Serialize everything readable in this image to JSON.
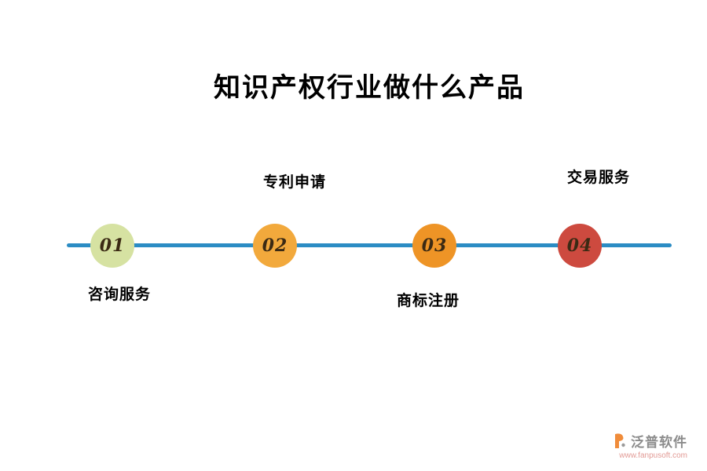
{
  "title": "知识产权行业做什么产品",
  "timeline": {
    "line_color": "#2b8cc4",
    "nodes": [
      {
        "number": "01",
        "label": "咨询服务",
        "label_position": "below",
        "color": "#d6e2a2"
      },
      {
        "number": "02",
        "label": "专利申请",
        "label_position": "above",
        "color": "#f2a93c"
      },
      {
        "number": "03",
        "label": "商标注册",
        "label_position": "below",
        "color": "#ee9426"
      },
      {
        "number": "04",
        "label": "交易服务",
        "label_position": "above",
        "color": "#cd4a3f"
      }
    ]
  },
  "watermark": {
    "brand": "泛普软件",
    "url": "www.fanpusoft.com",
    "icon": "fanpu-logo-icon",
    "icon_color": "#f08c3a"
  }
}
